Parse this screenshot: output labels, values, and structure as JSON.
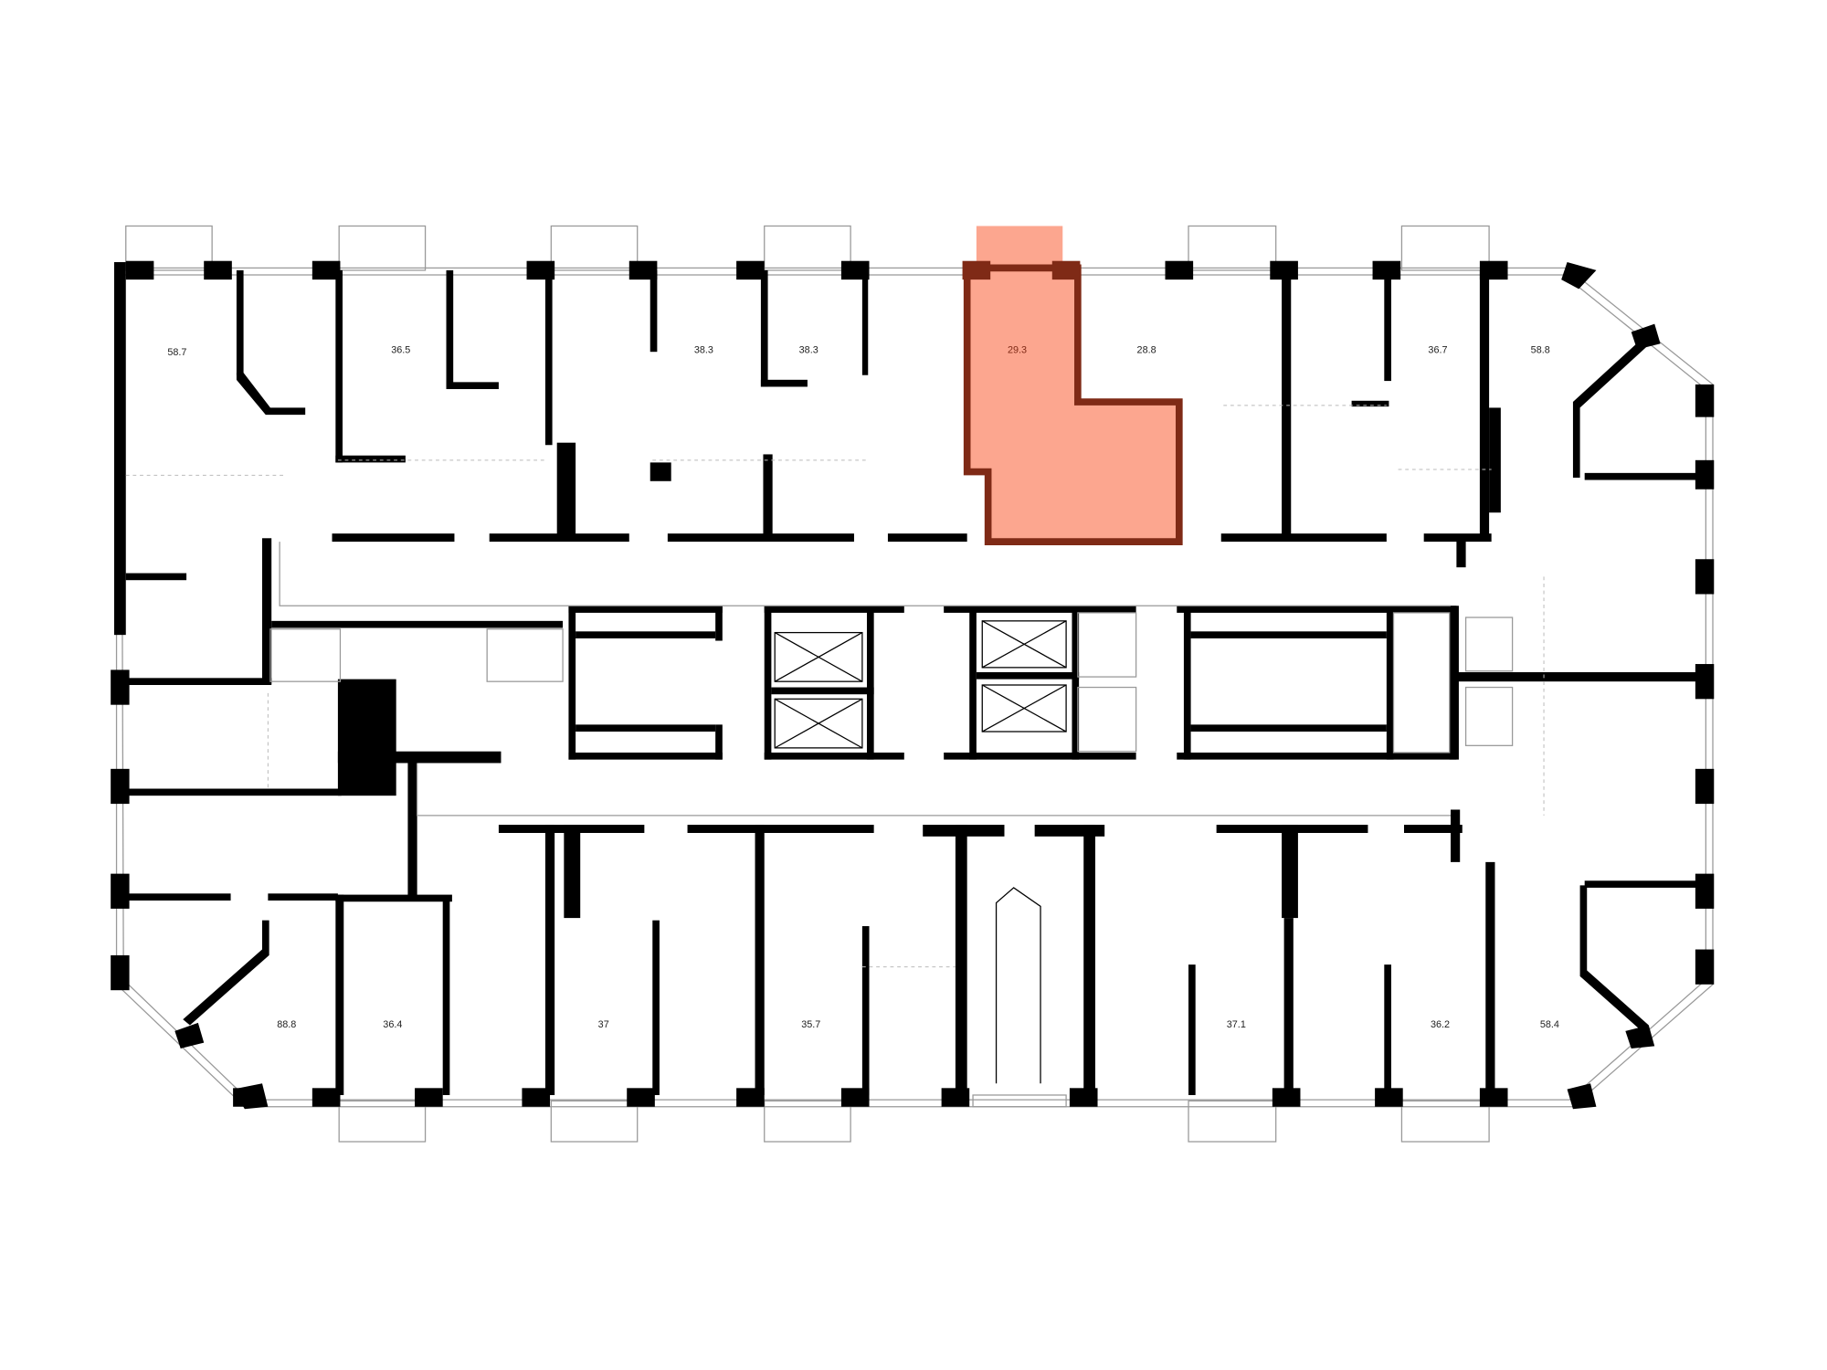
{
  "plan": {
    "highlight_fill": "#fca68f",
    "highlight_stroke": "#7f2a16",
    "wall_color": "#000000",
    "selected_unit_area": "29.3",
    "units_top": [
      {
        "area": "58.7"
      },
      {
        "area": "36.5"
      },
      {
        "area": "38.3"
      },
      {
        "area": "38.3"
      },
      {
        "area": "29.3",
        "selected": true
      },
      {
        "area": "28.8"
      },
      {
        "area": "36.7"
      },
      {
        "area": "58.8"
      }
    ],
    "units_bottom": [
      {
        "area": "88.8"
      },
      {
        "area": "36.4"
      },
      {
        "area": "37"
      },
      {
        "area": "35.7"
      },
      {
        "area": "37.1"
      },
      {
        "area": "36.2"
      },
      {
        "area": "58.4"
      }
    ]
  }
}
